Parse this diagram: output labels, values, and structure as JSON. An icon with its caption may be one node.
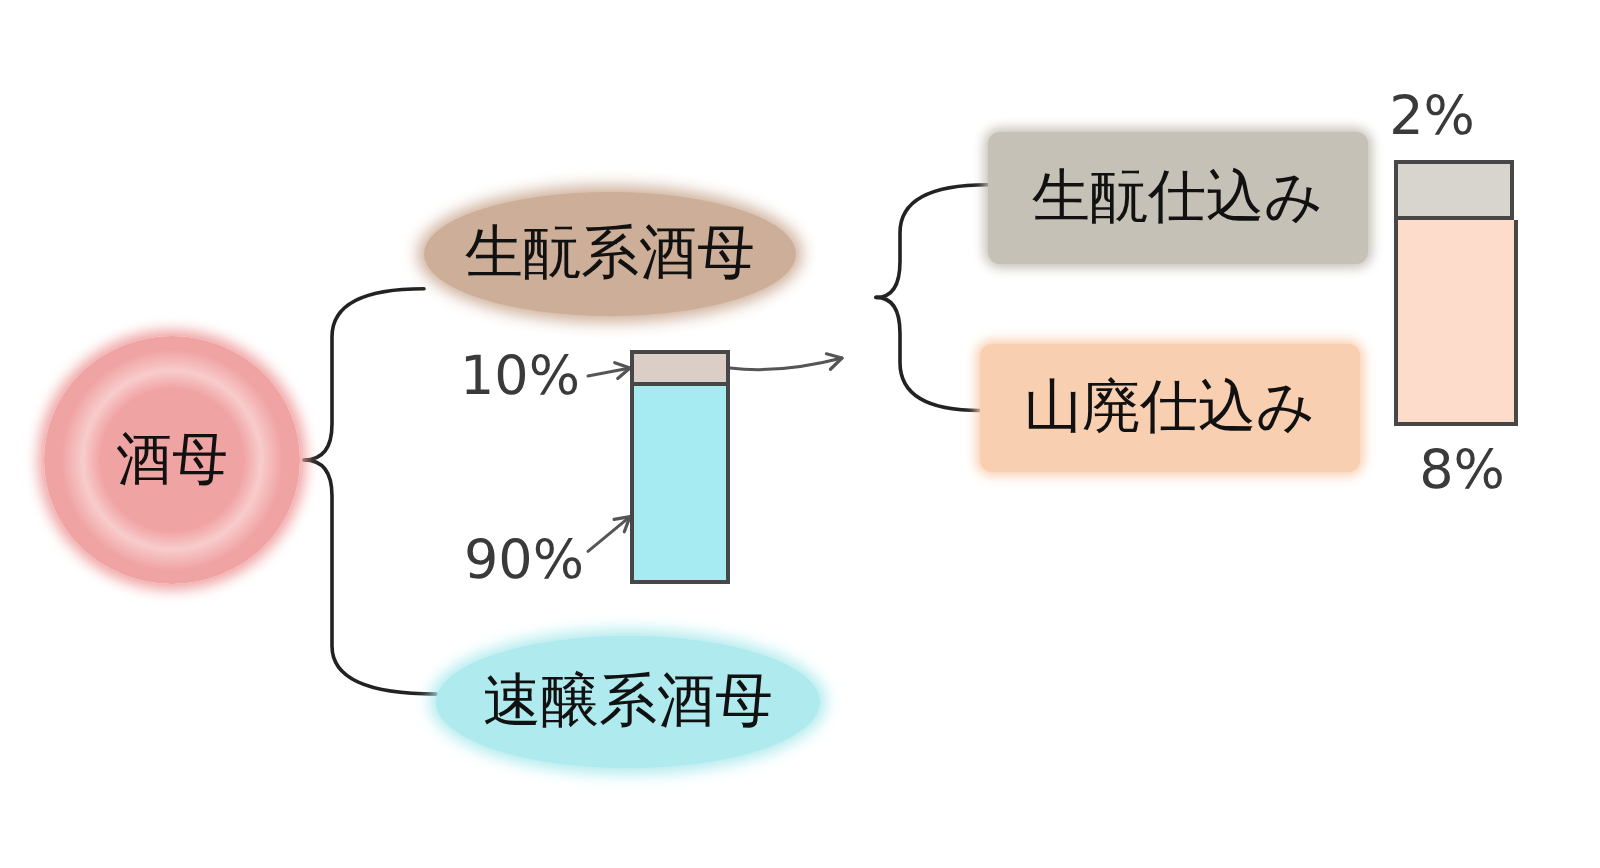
{
  "diagram": {
    "nodes": [
      {
        "text": [
          "酒母"
        ]
      },
      {
        "text": [
          "生酛系酒母"
        ]
      },
      {
        "text": [
          "速醸系酒母"
        ]
      },
      {
        "text": [
          "10%"
        ]
      },
      {
        "text": [],
        "shape": "bar"
      },
      {
        "text": [
          "90%"
        ]
      },
      {
        "text": [],
        "shape": "bar"
      },
      {
        "text": [
          "生酛仕込み"
        ]
      },
      {
        "text": [
          "山廃仕込み"
        ]
      },
      {
        "text": [],
        "shape": "bar"
      },
      {
        "text": [],
        "shape": "bar"
      }
    ],
    "edges": [
      {
        "from": 0,
        "to": 1,
        "arrow": "none"
      },
      {
        "from": 0,
        "to": 2,
        "arrow": "none"
      },
      {
        "from": 3,
        "to": 4,
        "arrow": "to"
      },
      {
        "from": 5,
        "to": 6,
        "arrow": "to"
      },
      {
        "from": 4,
        "to": null,
        "arrow": "to"
      },
      {
        "from": 1,
        "to": 7,
        "arrow": "none"
      },
      {
        "from": 1,
        "to": 8,
        "arrow": "none"
      }
    ],
    "labels": [
      "2%",
      "8%"
    ]
  }
}
